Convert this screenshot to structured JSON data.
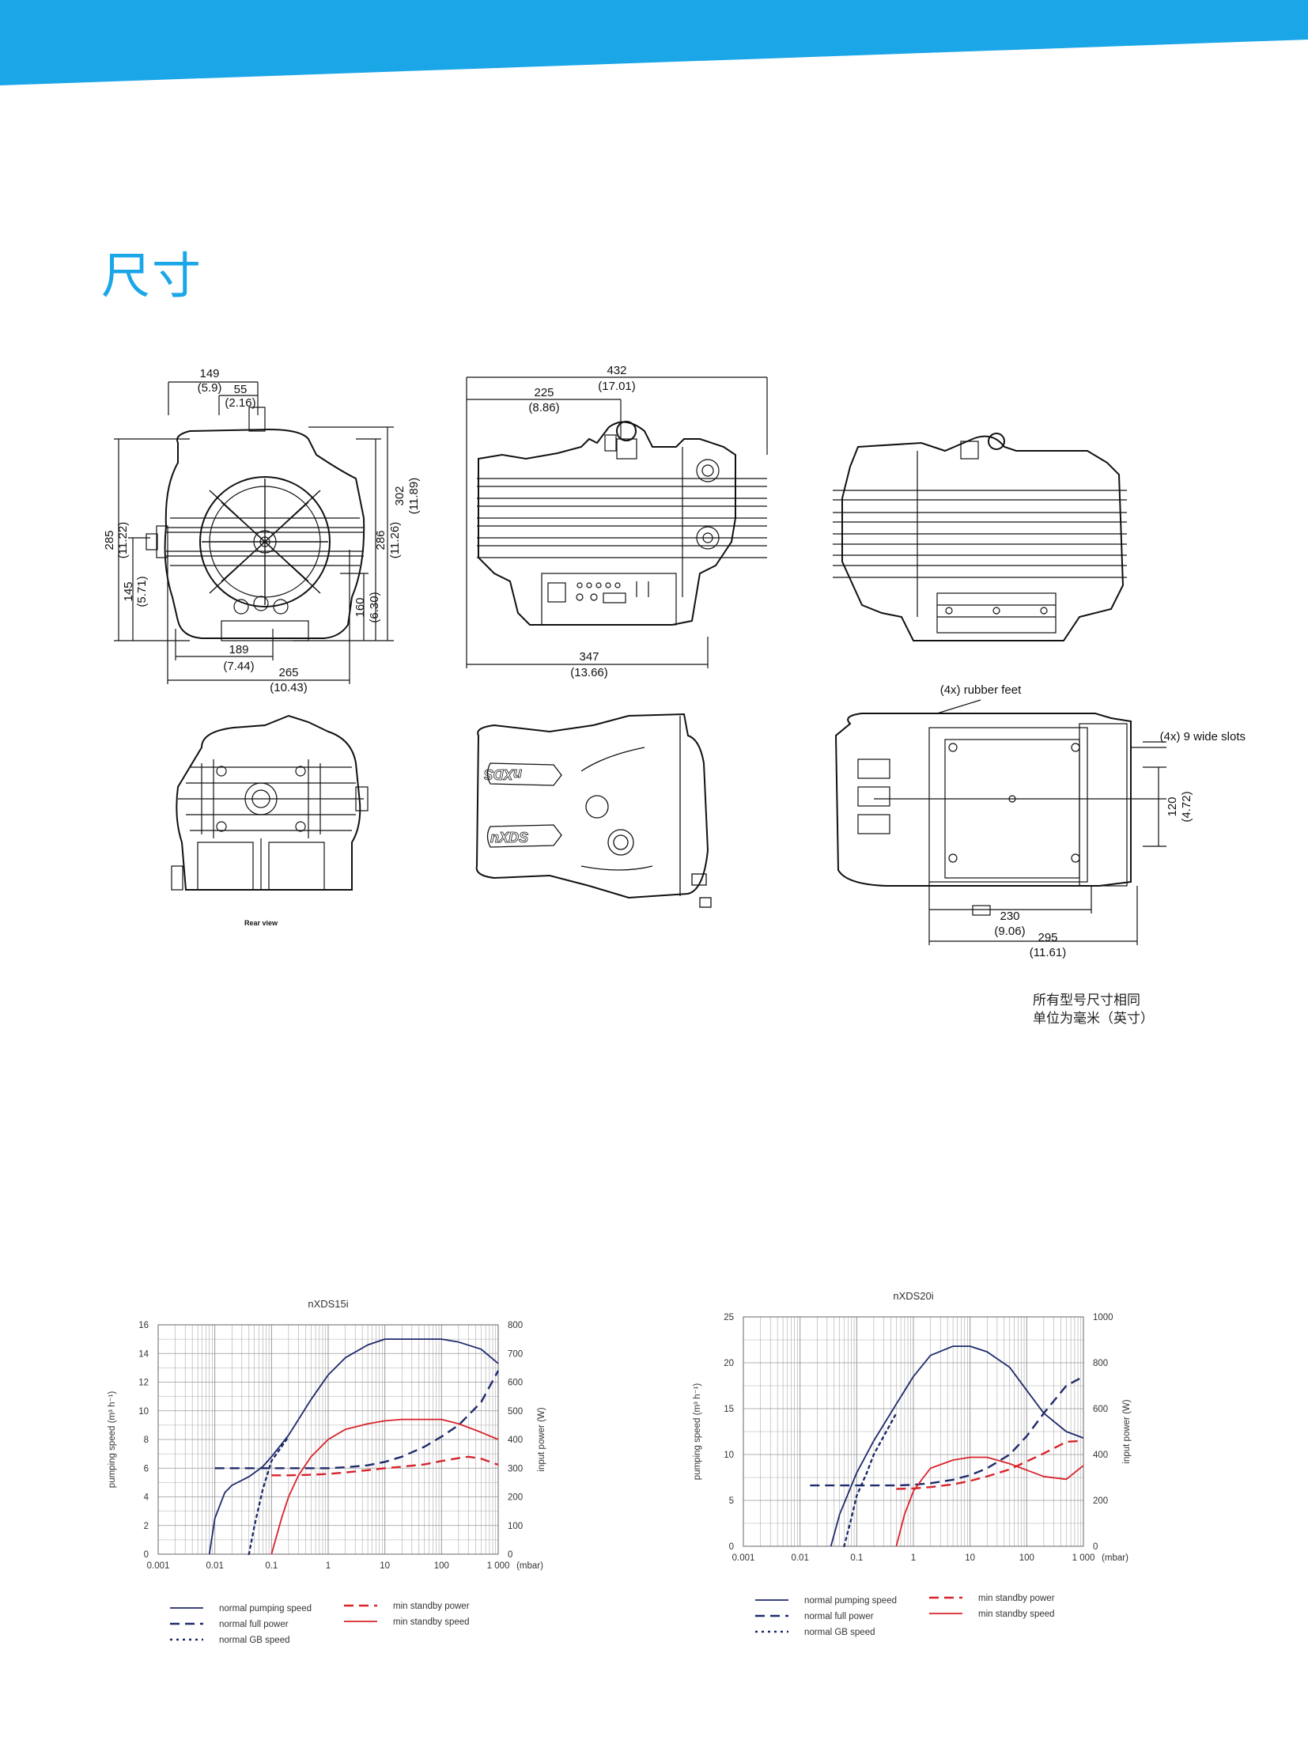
{
  "page": {
    "title": "尺寸",
    "note_lines": [
      "所有型号尺寸相同",
      "单位为毫米（英寸）"
    ],
    "banner_color": "#1ba6e8"
  },
  "drawings": {
    "front": {
      "w_top": "149",
      "w_top_in": "(5.9)",
      "w_55": "55",
      "w_55_in": "(2.16)",
      "h_285": "285",
      "h_285_in": "(11.22)",
      "h_145": "145",
      "h_145_in": "(5.71)",
      "h_286": "286",
      "h_286_in": "(11.26)",
      "h_302": "302",
      "h_302_in": "(11.89)",
      "h_160": "160",
      "h_160_in": "(6.30)",
      "w_189": "189",
      "w_189_in": "(7.44)",
      "w_265": "265",
      "w_265_in": "(10.43)"
    },
    "side": {
      "w_432": "432",
      "w_432_in": "(17.01)",
      "w_225": "225",
      "w_225_in": "(8.86)",
      "w_347": "347",
      "w_347_in": "(13.66)",
      "logo_text": "nXDS"
    },
    "rear": {
      "label": "Rear view"
    },
    "bottom": {
      "feet_label": "(4x) rubber feet",
      "slots_label": "(4x) 9 wide slots",
      "h_120": "120",
      "h_120_in": "(4.72)",
      "w_230": "230",
      "w_230_in": "(9.06)",
      "w_295": "295",
      "w_295_in": "(11.61)"
    }
  },
  "chart_data": [
    {
      "type": "line",
      "title": "nXDS15i",
      "x_scale": "log",
      "xlim": [
        0.001,
        1000
      ],
      "x_ticks": [
        "0.001",
        "0.01",
        "0.1",
        "1",
        "10",
        "100",
        "1 000"
      ],
      "x_unit": "(mbar)",
      "ylabel": "pumping speed (m³ h⁻¹)",
      "ylim": [
        0,
        16
      ],
      "y_ticks": [
        "0",
        "2",
        "4",
        "6",
        "8",
        "10",
        "12",
        "14",
        "16"
      ],
      "y2label": "input power (W)",
      "y2lim": [
        0,
        800
      ],
      "y2_ticks": [
        "0",
        "100",
        "200",
        "300",
        "400",
        "500",
        "600",
        "700",
        "800"
      ],
      "grid": true,
      "legend_position": "bottom",
      "series": [
        {
          "name": "normal pumping speed",
          "axis": "left",
          "color": "#1f2a6b",
          "style": "solid",
          "x": [
            0.008,
            0.01,
            0.015,
            0.02,
            0.04,
            0.07,
            0.1,
            0.2,
            0.5,
            1,
            2,
            5,
            10,
            20,
            50,
            100,
            200,
            500,
            1000
          ],
          "y": [
            0,
            2.5,
            4.3,
            4.8,
            5.4,
            6.1,
            6.8,
            8.3,
            10.8,
            12.5,
            13.7,
            14.6,
            15.0,
            15.0,
            15.0,
            15.0,
            14.8,
            14.3,
            13.3
          ]
        },
        {
          "name": "normal full power",
          "axis": "right",
          "color": "#1f2a6b",
          "style": "dashed",
          "x": [
            0.01,
            0.05,
            0.1,
            0.5,
            1,
            2,
            5,
            10,
            20,
            50,
            100,
            200,
            500,
            1000
          ],
          "y": [
            300,
            300,
            300,
            300,
            300,
            303,
            310,
            322,
            340,
            375,
            410,
            450,
            530,
            640
          ]
        },
        {
          "name": "normal GB speed",
          "axis": "left",
          "color": "#1f2a6b",
          "style": "dotted",
          "x": [
            0.04,
            0.05,
            0.07,
            0.1,
            0.15,
            0.2
          ],
          "y": [
            0,
            2.0,
            4.5,
            6.5,
            7.5,
            8.2
          ]
        },
        {
          "name": "min standby power",
          "axis": "right",
          "color": "#d8232a",
          "style": "dashed",
          "x": [
            0.1,
            0.2,
            0.5,
            1,
            2,
            5,
            10,
            20,
            50,
            100,
            200,
            300,
            500,
            1000
          ],
          "y": [
            275,
            275,
            277,
            280,
            285,
            293,
            300,
            305,
            313,
            325,
            335,
            340,
            333,
            312
          ]
        },
        {
          "name": "min standby speed",
          "axis": "left",
          "color": "#d8232a",
          "style": "solid",
          "x": [
            0.1,
            0.15,
            0.2,
            0.3,
            0.5,
            1,
            2,
            5,
            10,
            20,
            50,
            100,
            200,
            500,
            1000
          ],
          "y": [
            0,
            2.5,
            4.0,
            5.5,
            6.8,
            8.0,
            8.7,
            9.1,
            9.3,
            9.4,
            9.4,
            9.4,
            9.1,
            8.5,
            8.0
          ]
        }
      ]
    },
    {
      "type": "line",
      "title": "nXDS20i",
      "x_scale": "log",
      "xlim": [
        0.001,
        1000
      ],
      "x_ticks": [
        "0.001",
        "0.01",
        "0.1",
        "1",
        "10",
        "100",
        "1 000"
      ],
      "x_unit": "(mbar)",
      "ylabel": "pumping speed (m³ h⁻¹)",
      "ylim": [
        0,
        25
      ],
      "y_ticks": [
        "0",
        "5",
        "10",
        "15",
        "20",
        "25"
      ],
      "y2label": "input power (W)",
      "y2lim": [
        0,
        1000
      ],
      "y2_ticks": [
        "0",
        "200",
        "400",
        "600",
        "800",
        "1000"
      ],
      "grid": true,
      "legend_position": "bottom",
      "series": [
        {
          "name": "normal pumping speed",
          "axis": "left",
          "color": "#1f2a6b",
          "style": "solid",
          "x": [
            0.035,
            0.05,
            0.1,
            0.2,
            0.5,
            1,
            2,
            5,
            10,
            20,
            50,
            100,
            200,
            500,
            1000
          ],
          "y": [
            0,
            3.5,
            8.0,
            11.5,
            15.5,
            18.5,
            20.8,
            21.8,
            21.8,
            21.2,
            19.5,
            17.0,
            14.5,
            12.5,
            11.8
          ]
        },
        {
          "name": "normal full power",
          "axis": "right",
          "color": "#1f2a6b",
          "style": "dashed",
          "x": [
            0.015,
            0.05,
            0.1,
            0.5,
            1,
            2,
            5,
            10,
            20,
            50,
            100,
            200,
            500,
            1000
          ],
          "y": [
            265,
            265,
            265,
            265,
            268,
            275,
            290,
            310,
            340,
            400,
            480,
            580,
            700,
            740
          ]
        },
        {
          "name": "normal GB speed",
          "axis": "left",
          "color": "#1f2a6b",
          "style": "dotted",
          "x": [
            0.06,
            0.08,
            0.1,
            0.15,
            0.2,
            0.3,
            0.5
          ],
          "y": [
            0,
            3.0,
            5.5,
            8.0,
            10.0,
            12.0,
            14.5
          ]
        },
        {
          "name": "min standby power",
          "axis": "right",
          "color": "#d8232a",
          "style": "dashed",
          "x": [
            0.5,
            1,
            2,
            5,
            10,
            20,
            50,
            100,
            200,
            500,
            1000
          ],
          "y": [
            250,
            252,
            258,
            270,
            285,
            305,
            335,
            370,
            405,
            455,
            460
          ]
        },
        {
          "name": "min standby speed",
          "axis": "left",
          "color": "#d8232a",
          "style": "solid",
          "x": [
            0.5,
            0.7,
            1,
            1.5,
            2,
            5,
            10,
            20,
            50,
            100,
            200,
            500,
            1000
          ],
          "y": [
            0,
            3.5,
            6.0,
            7.5,
            8.5,
            9.4,
            9.7,
            9.7,
            9.0,
            8.3,
            7.6,
            7.3,
            8.8
          ]
        }
      ]
    }
  ]
}
